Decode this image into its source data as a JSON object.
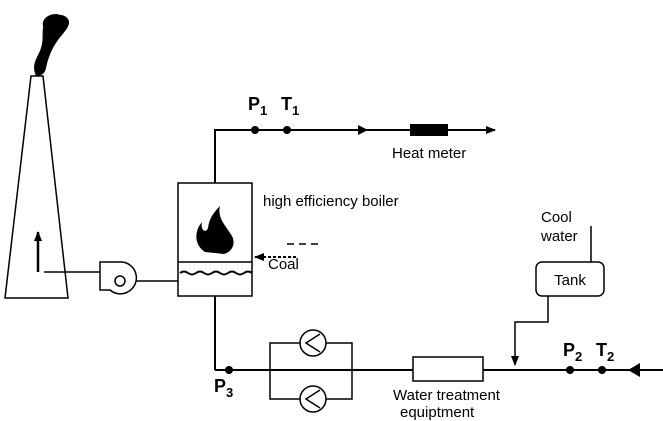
{
  "labels": {
    "p1": "P",
    "p1_sub": "1",
    "t1": "T",
    "t1_sub": "1",
    "heat_meter": "Heat meter",
    "boiler": "high efficiency boiler",
    "coal": "Coal",
    "cool_water_line1": "Cool",
    "cool_water_line2": "water",
    "tank": "Tank",
    "p2": "P",
    "p2_sub": "2",
    "t2": "T",
    "t2_sub": "2",
    "p3": "P",
    "p3_sub": "3",
    "water_treatment_line1": "Water treatment",
    "water_treatment_line2": "equiptment"
  },
  "colors": {
    "line": "#000000",
    "background": "#ffffff"
  }
}
